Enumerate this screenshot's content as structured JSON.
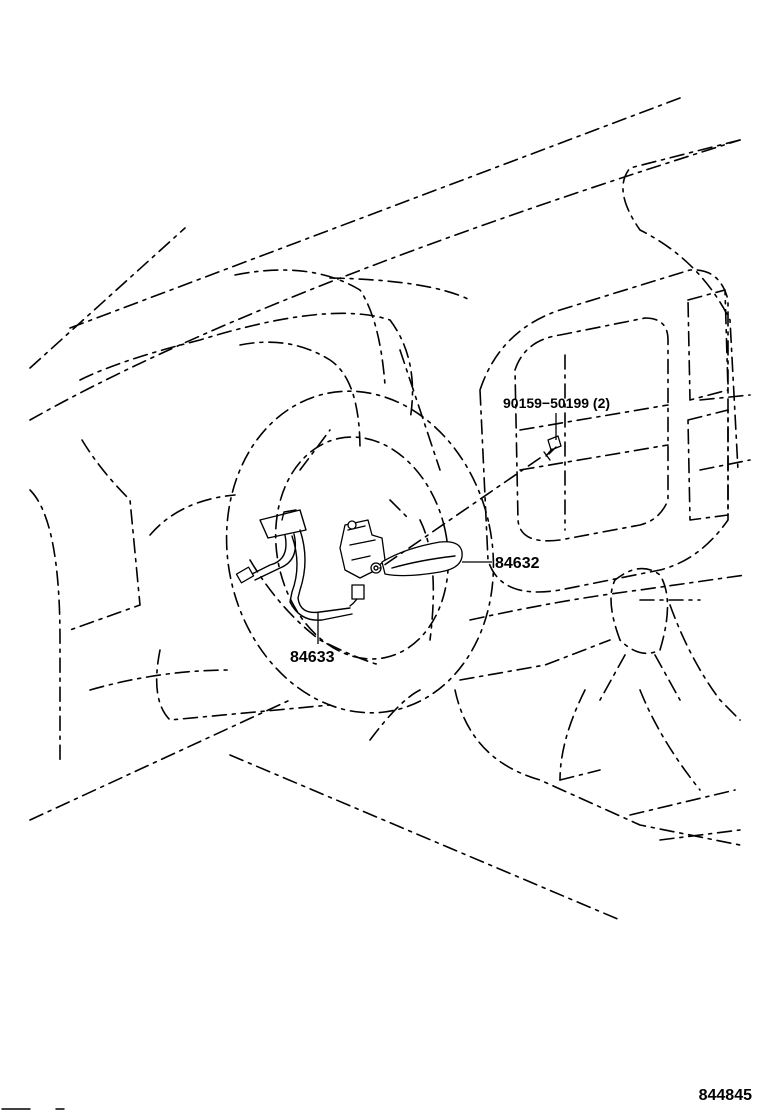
{
  "callouts": {
    "bolt": "90159−50199 (2)",
    "switch": "84632",
    "harness": "84633"
  },
  "figure_code": "844845"
}
